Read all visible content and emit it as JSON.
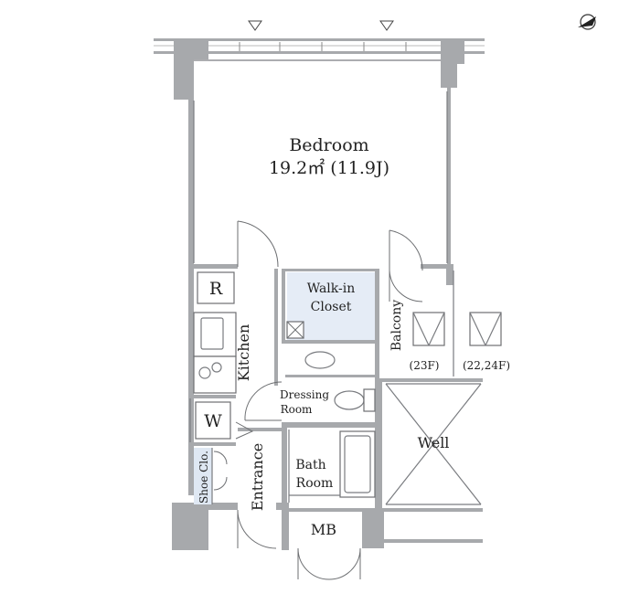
{
  "rooms": {
    "bedroom": {
      "name": "Bedroom",
      "area": "19.2㎡ (11.9J)"
    },
    "walkin": {
      "line1": "Walk-in",
      "line2": "Closet"
    },
    "kitchen": "Kitchen",
    "balcony": "Balcony",
    "dressing": {
      "line1": "Dressing",
      "line2": "Room"
    },
    "bath": {
      "line1": "Bath",
      "line2": "Room"
    },
    "entrance": "Entrance",
    "shoe": "Shoe Clo.",
    "well": "Well",
    "mb": "MB"
  },
  "fixtures": {
    "refrigerator": "R",
    "washer": "W"
  },
  "floors": {
    "f23": "(23F)",
    "f2224": "(22,24F)"
  },
  "colors": {
    "wall": "#a7a9ac",
    "closet_fill": "#e5ecf6",
    "shoe_fill": "#dfe8f3"
  }
}
